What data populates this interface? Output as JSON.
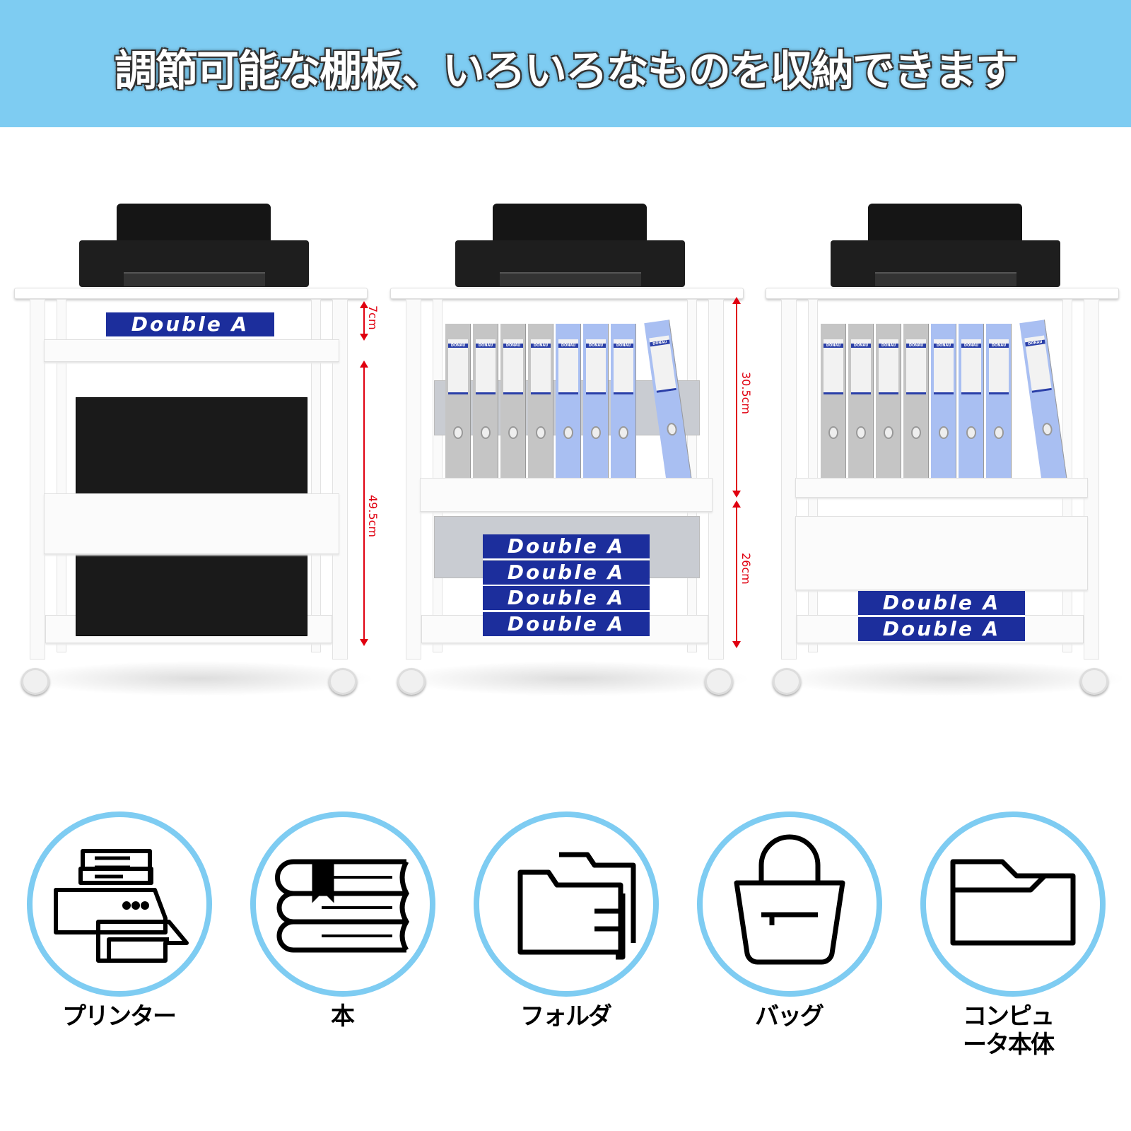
{
  "banner": {
    "title": "調節可能な棚板、いろいろなものを収納できます",
    "color": "#7ECCF2"
  },
  "carts": [
    {
      "paper_label": "Double A",
      "measurements": {
        "top": "7cm",
        "bottom": "49.5cm"
      }
    },
    {
      "binder_label": "DONAU",
      "paper_label": "Double A",
      "measurements": {
        "top": "30.5cm",
        "bottom": "26cm"
      }
    },
    {
      "binder_label": "DONAU",
      "paper_label": "Double A"
    }
  ],
  "categories": [
    {
      "label": "プリンター",
      "icon": "printer-icon"
    },
    {
      "label": "本",
      "icon": "books-icon"
    },
    {
      "label": "フォルダ",
      "icon": "folders-icon"
    },
    {
      "label": "バッグ",
      "icon": "bag-icon"
    },
    {
      "label": "コンピュ\nータ本体",
      "icon": "folder-icon"
    }
  ],
  "accent_red": "#E00010"
}
